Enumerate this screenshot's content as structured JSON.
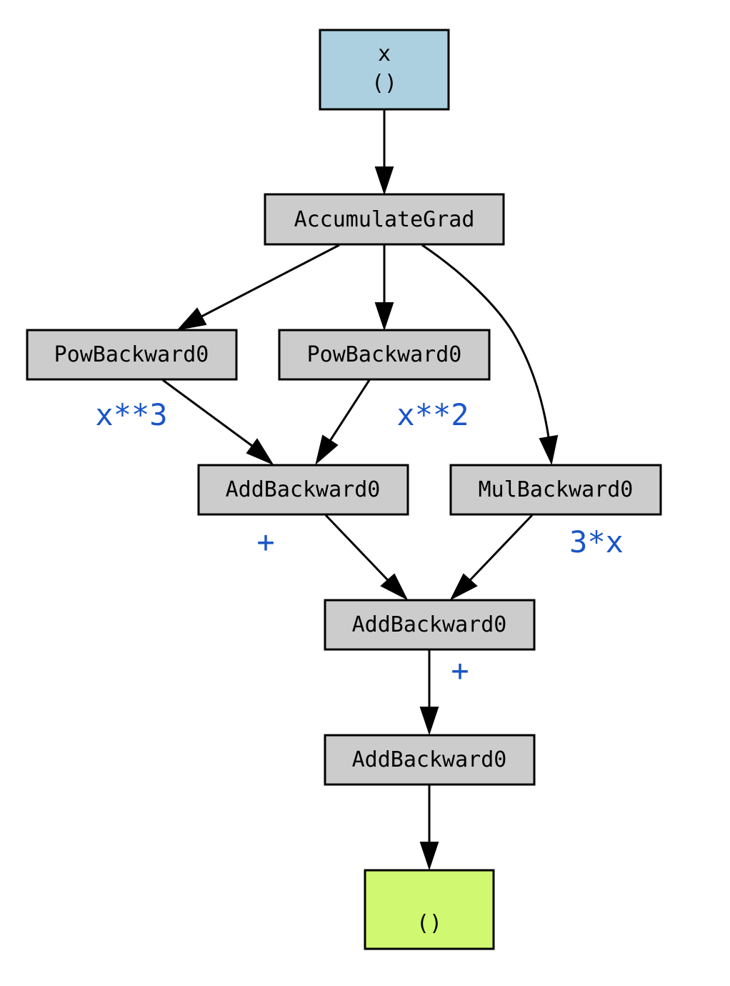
{
  "colors": {
    "input_fill": "#acd0e0",
    "op_fill": "#cccccc",
    "output_fill": "#d0f870",
    "annotation": "#1a55c8"
  },
  "nodes": {
    "x": {
      "line1": "x",
      "line2": "()"
    },
    "accumulate": {
      "label": "AccumulateGrad"
    },
    "pow_left": {
      "label": "PowBackward0"
    },
    "pow_mid": {
      "label": "PowBackward0"
    },
    "add1": {
      "label": "AddBackward0"
    },
    "mul": {
      "label": "MulBackward0"
    },
    "add2": {
      "label": "AddBackward0"
    },
    "add3": {
      "label": "AddBackward0"
    },
    "output": {
      "label": "()"
    }
  },
  "annotations": {
    "pow3": "x**3",
    "pow2": "x**2",
    "plus1": "+",
    "mul3x": "3*x",
    "plus2": "+"
  },
  "edges": [
    {
      "from": "x",
      "to": "accumulate"
    },
    {
      "from": "accumulate",
      "to": "pow_left"
    },
    {
      "from": "accumulate",
      "to": "pow_mid"
    },
    {
      "from": "accumulate",
      "to": "mul"
    },
    {
      "from": "pow_left",
      "to": "add1"
    },
    {
      "from": "pow_mid",
      "to": "add1"
    },
    {
      "from": "add1",
      "to": "add2"
    },
    {
      "from": "mul",
      "to": "add2"
    },
    {
      "from": "add2",
      "to": "add3"
    },
    {
      "from": "add3",
      "to": "output"
    }
  ]
}
